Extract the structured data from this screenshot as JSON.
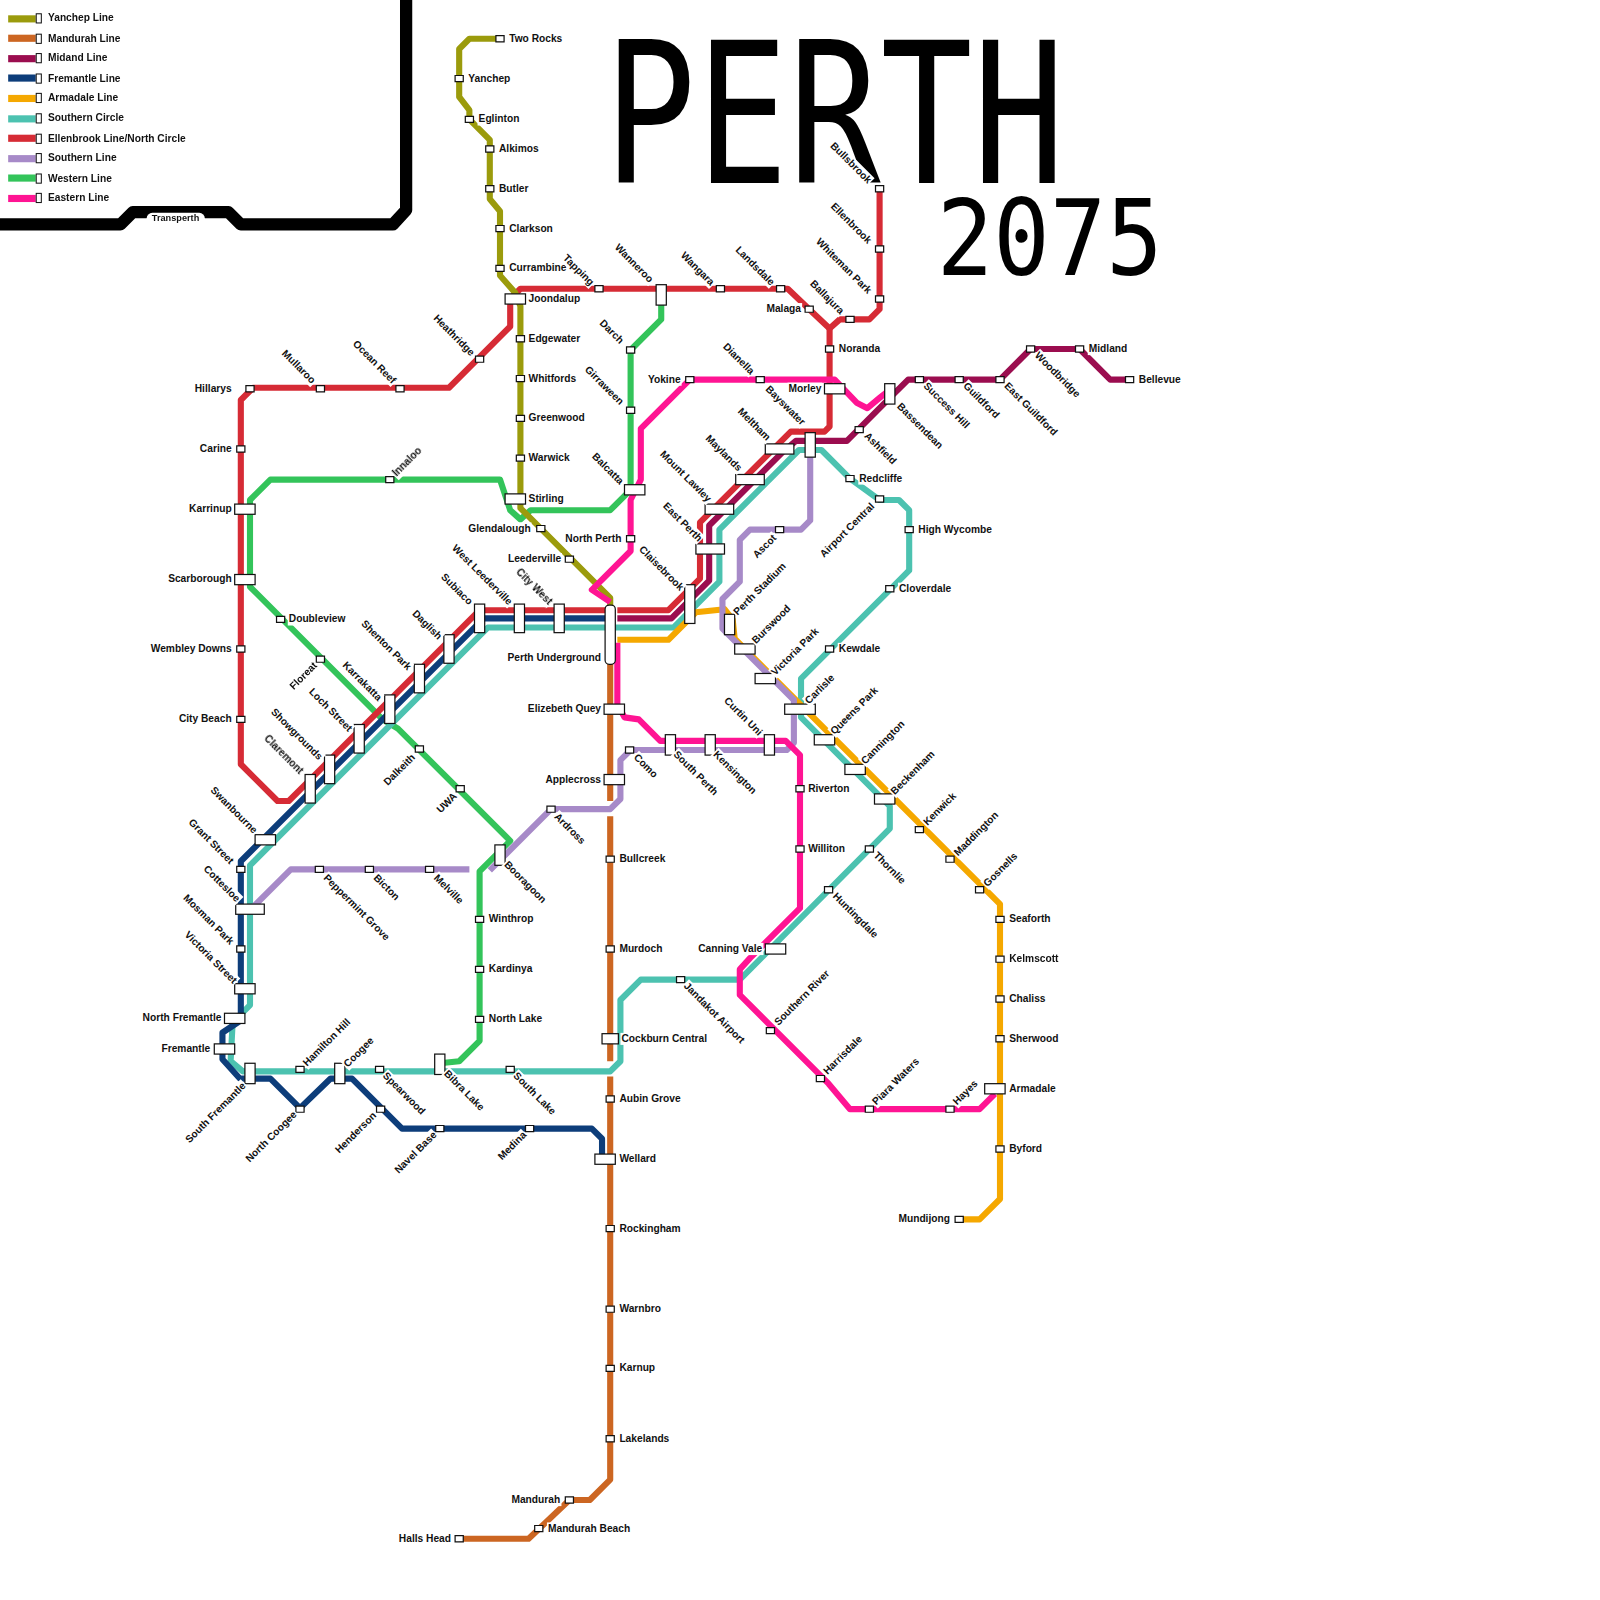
{
  "diagram": {
    "title": "PERTH",
    "labels": [
      "Two Rocks",
      "Yanchep",
      "Eglinton",
      "Alkimos",
      "Butler",
      "Clarkson",
      "Currambine",
      "Joondalup",
      "Edgewater",
      "Whitfords",
      "Greenwood",
      "Warwick",
      "Stirling",
      "Glendalough",
      "Leederville",
      "Tapping",
      "Wanneroo",
      "Wangara",
      "Landsdale",
      "Malaga",
      "Ballajura",
      "Whiteman Park",
      "Ellenbrook",
      "Bullsbrook",
      "Noranda",
      "Hillarys",
      "Mullaroo",
      "Ocean Reef",
      "Heathridge",
      "Carine",
      "Karrinup",
      "Scarborough",
      "Wembley Downs",
      "City Beach",
      "Innaloo",
      "Darch",
      "Girraween",
      "Balcatta",
      "Yokine",
      "Dianella",
      "Morley",
      "Doubleview",
      "Floreat",
      "Subiaco",
      "West Leederville",
      "City West",
      "North Perth",
      "Daglish",
      "Shenton Park",
      "Karrakatta",
      "Loch Street",
      "Showgrounds",
      "Claremont",
      "Swanbourne",
      "Grant Street",
      "Cottesloe",
      "Mosman Park",
      "Victoria Street",
      "North Fremantle",
      "Fremantle",
      "South Fremantle",
      "North Coogee",
      "Hamilton Hill",
      "Coogee",
      "Henderson",
      "Spearwood",
      "Navel Base",
      "Bibra Lake",
      "South Lake",
      "Medina",
      "Peppermint Grove",
      "Bicton",
      "Melville",
      "Dalkeith",
      "UWA",
      "Booragoon",
      "Ardross",
      "Winthrop",
      "Kardinya",
      "North Lake",
      "Perth Underground",
      "Elizebeth Quey",
      "Applecross",
      "Como",
      "South Perth",
      "Kensington",
      "Curtin Uni",
      "Bullcreek",
      "Murdoch",
      "Cockburn Central",
      "Aubin Grove",
      "Wellard",
      "Rockingham",
      "Warnbro",
      "Karnup",
      "Lakelands",
      "Mandurah",
      "Mandurah Beach",
      "Halls Head",
      "Claisebrook",
      "East Perth",
      "Mount Lawley",
      "Maylands",
      "Meltham",
      "Bayswater",
      "Ashfield",
      "Bassendean",
      "Success Hill",
      "Guildford",
      "East Guildford",
      "Woodbridge",
      "Midland",
      "Bellevue",
      "Redcliffe",
      "Airport Central",
      "High Wycombe",
      "Cloverdale",
      "Ascot",
      "Perth Stadium",
      "Burswood",
      "Victoria Park",
      "Carlisle",
      "Kewdale",
      "Queens Park",
      "Cannington",
      "Beckenham",
      "Kenwick",
      "Maddington",
      "Gosnells",
      "Seaforth",
      "Kelmscott",
      "Chaliss",
      "Sherwood",
      "Armadale",
      "Byford",
      "Mundijong",
      "Riverton",
      "Williton",
      "Thornlie",
      "Huntingdale",
      "Canning Vale",
      "Jandakot Airport",
      "Southern River",
      "Harrisdale",
      "Piara Waters",
      "Hayes",
      "Transperth",
      "2075"
    ],
    "legend": [
      {
        "text": "Yanchep Line",
        "color": "#9b9b0c"
      },
      {
        "text": "Mandurah Line",
        "color": "#cc6622"
      },
      {
        "text": "Midand Line",
        "color": "#9b0d4f"
      },
      {
        "text": "Fremantle Line",
        "color": "#0d3d7a"
      },
      {
        "text": "Armadale Line",
        "color": "#f5a800"
      },
      {
        "text": "Southern Circle",
        "color": "#4cc2b0"
      },
      {
        "text": "Ellenbrook Line/North Circle",
        "color": "#d62b35"
      },
      {
        "text": "Southern Line",
        "color": "#a78ac8"
      },
      {
        "text": "Western Line",
        "color": "#33c45a"
      },
      {
        "text": "Eastern Line",
        "color": "#ff1493"
      }
    ]
  }
}
